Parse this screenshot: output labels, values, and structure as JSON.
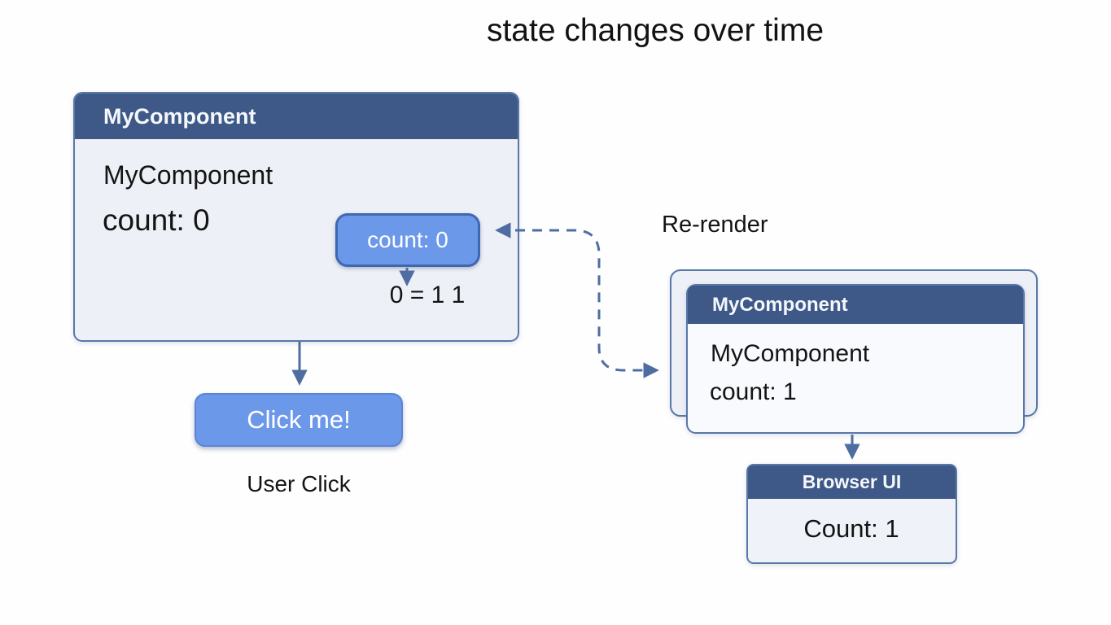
{
  "title": "state changes over time",
  "left_card": {
    "header": "MyComponent",
    "line1": "MyComponent",
    "line2": "count: 0",
    "state_chip": "count: 0",
    "state_update": "0 = 1 1"
  },
  "click_button": {
    "label": "Click me!"
  },
  "labels": {
    "user_click": "User Click",
    "re_render": "Re-render"
  },
  "right_card": {
    "header": "MyComponent",
    "line1": "MyComponent",
    "line2": "count: 1"
  },
  "browser_card": {
    "header": "Browser UI",
    "body": "Count: 1"
  },
  "colors": {
    "header_blue": "#3e5987",
    "card_border": "#5878a9",
    "button_blue": "#6c98e9",
    "arrow": "#4f6da1"
  }
}
